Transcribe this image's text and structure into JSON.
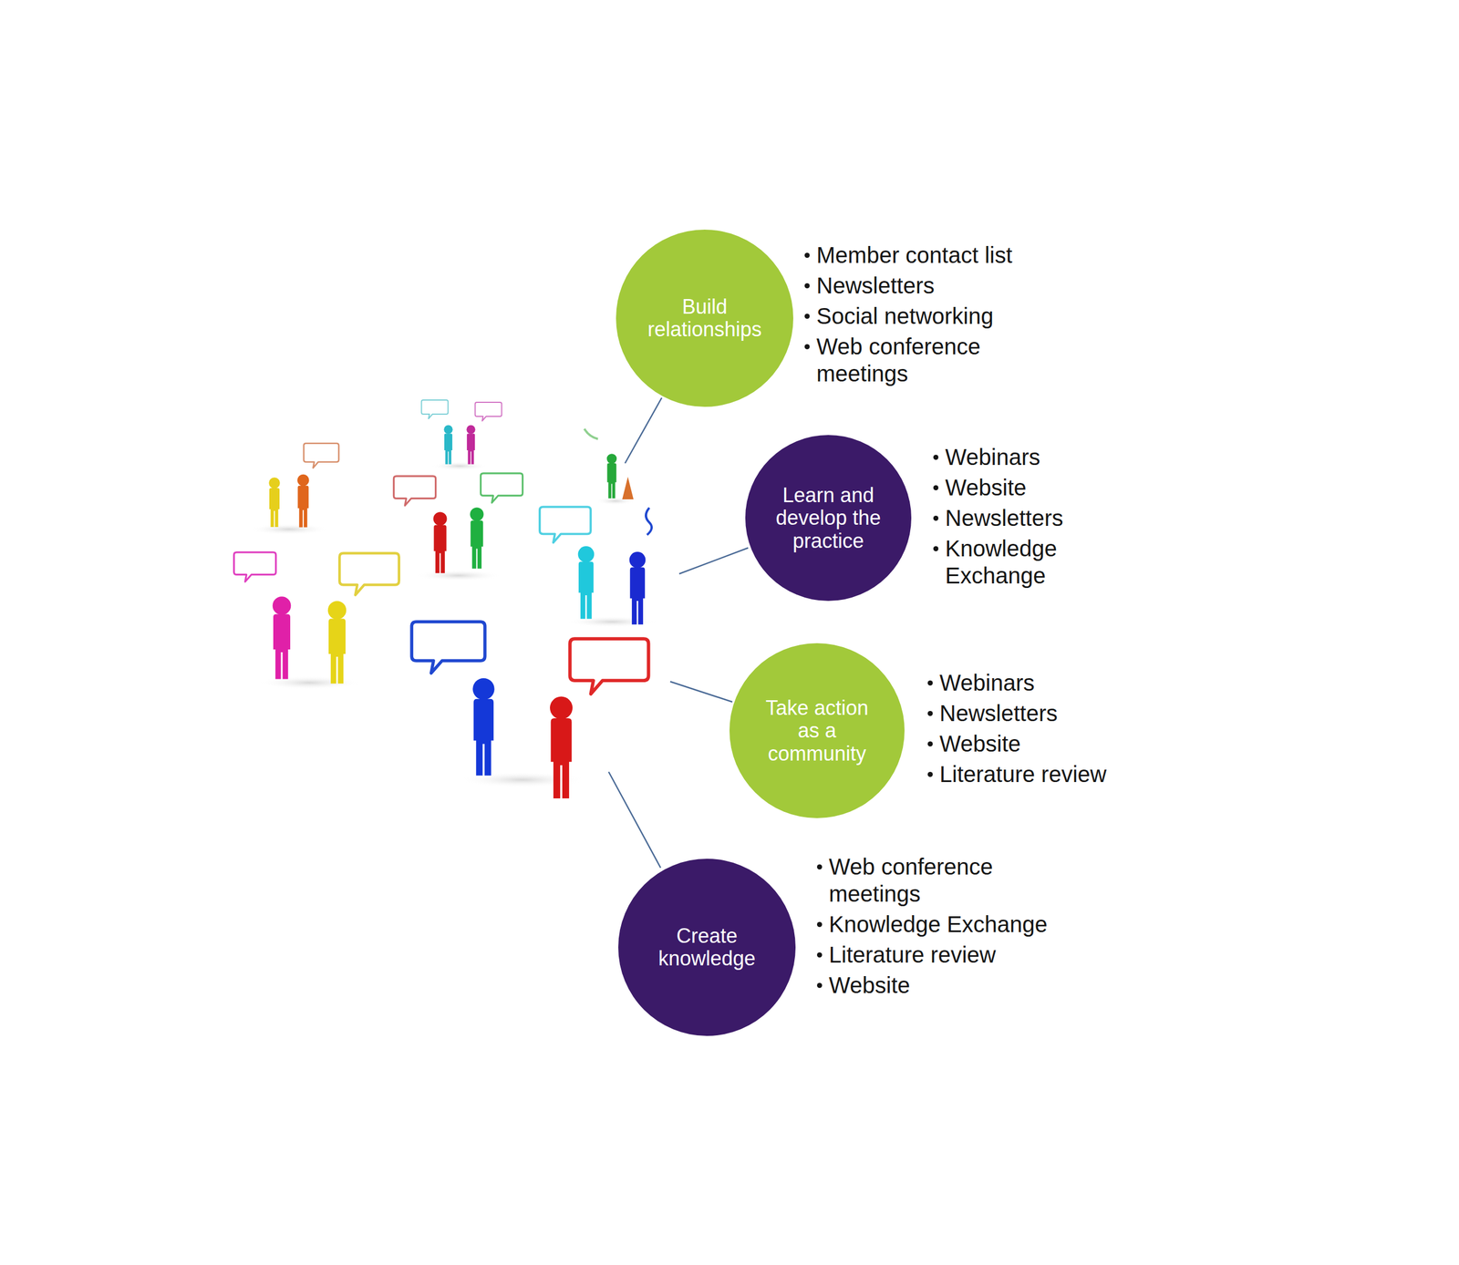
{
  "diagram": {
    "nodes": [
      {
        "text": [
          "Build relationships"
        ]
      },
      {
        "text": [
          "Learn and develop the practice"
        ]
      },
      {
        "text": [
          "Take action as a community"
        ]
      },
      {
        "text": [
          "Create knowledge"
        ]
      }
    ],
    "labels": [
      "Member contact list",
      "Newsletters",
      "Social networking",
      "Web conference meetings",
      "Webinars",
      "Website",
      "Newsletters",
      "Knowledge Exchange",
      "Webinars",
      "Newsletters",
      "Website",
      "Literature review",
      "Web conference meetings",
      "Knowledge Exchange",
      "Literature review",
      "Website"
    ]
  }
}
